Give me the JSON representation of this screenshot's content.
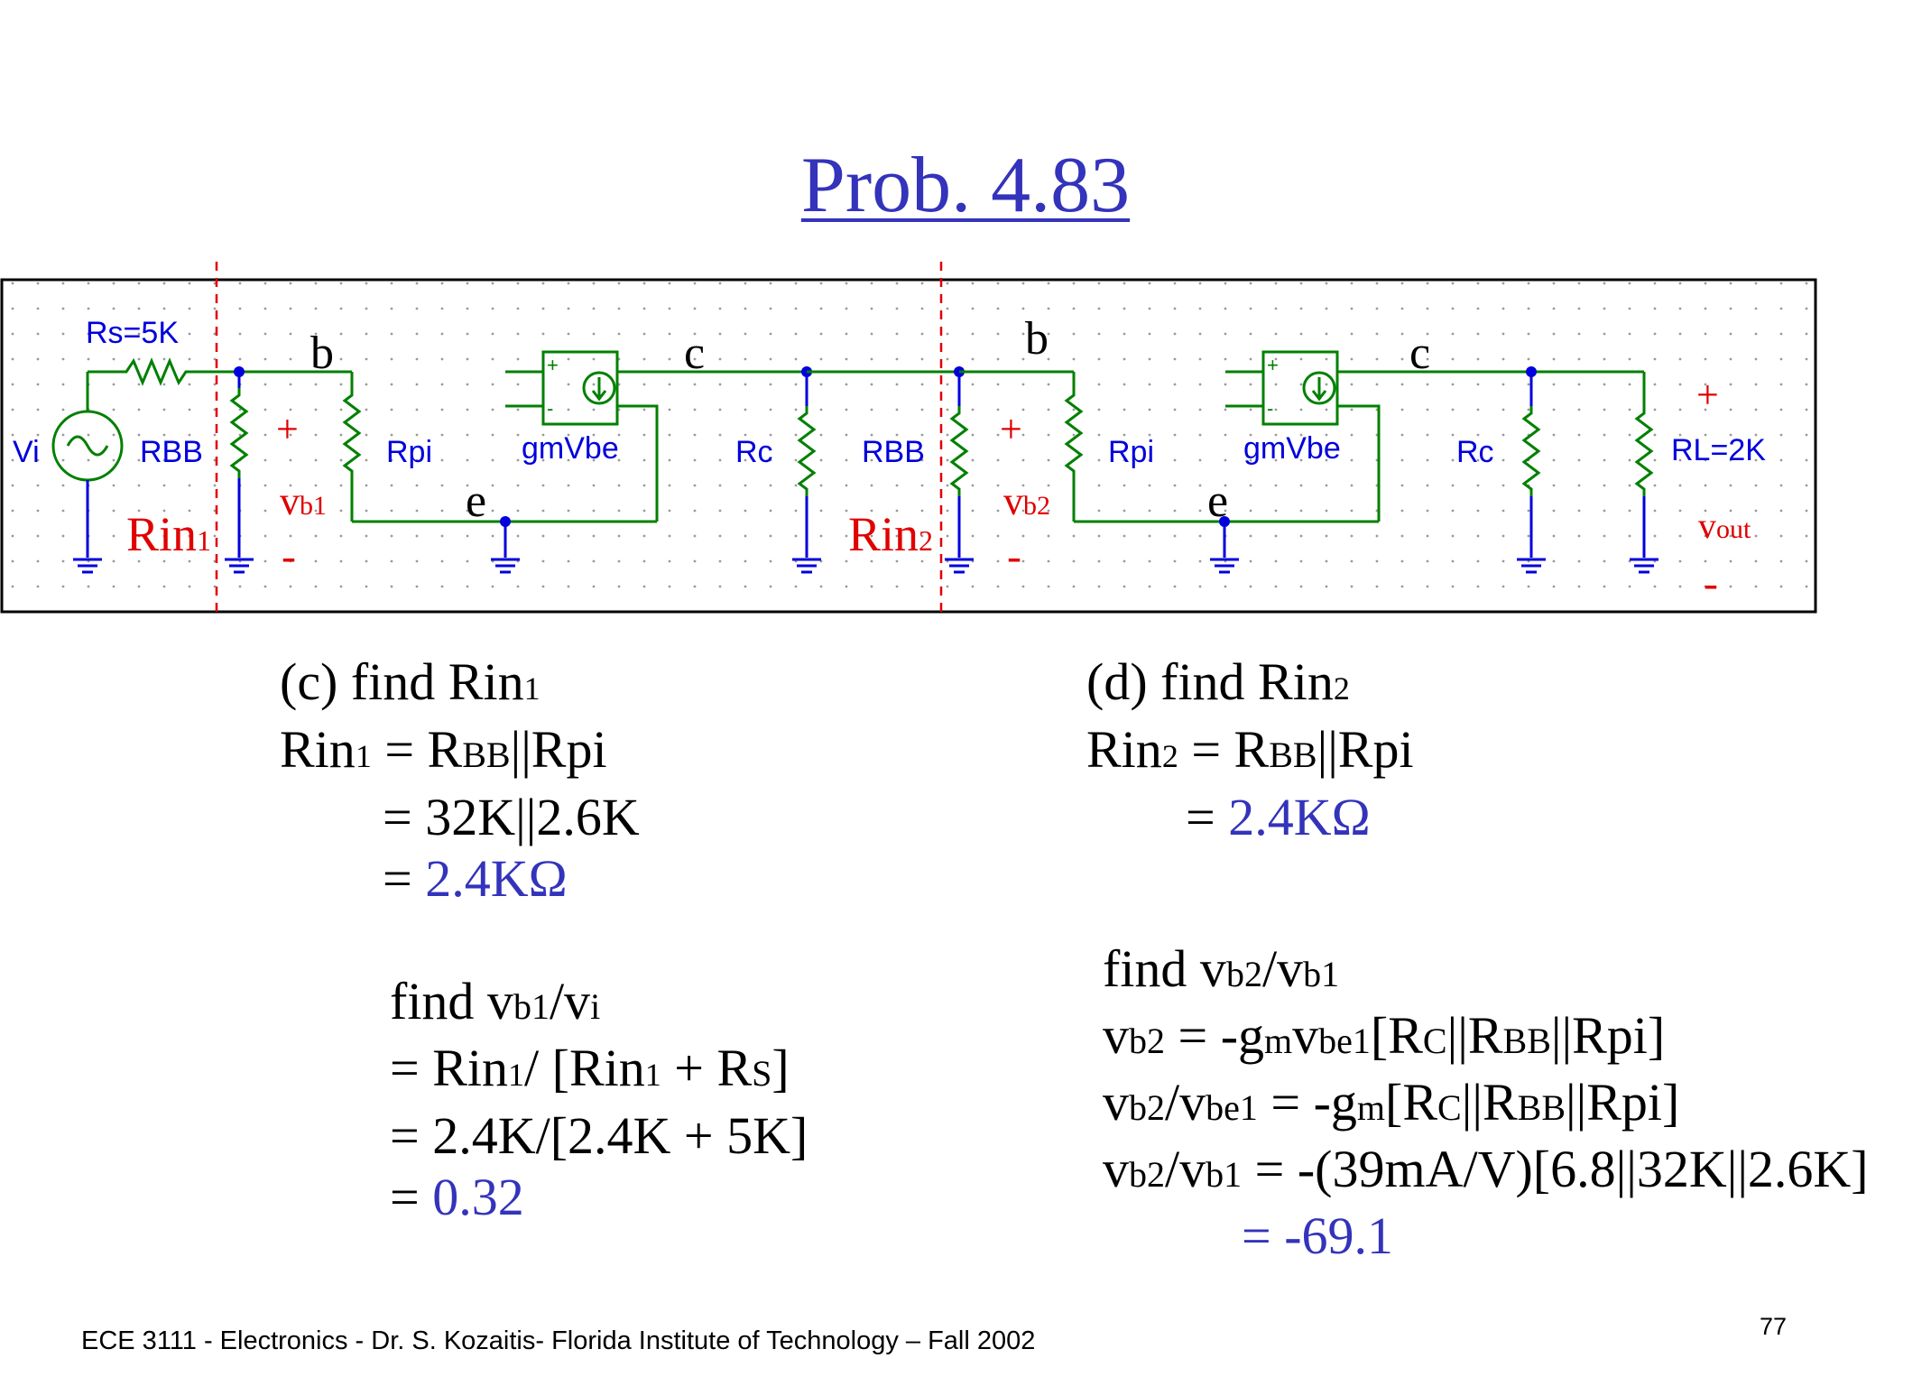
{
  "title": "Prob. 4.83",
  "circuit": {
    "rs": "Rs=5K",
    "vi": "Vi",
    "rbb": "RBB",
    "rpi": "Rpi",
    "gm": "gmVbe",
    "rc": "Rc",
    "rl": "RL=2K",
    "node_b": "b",
    "node_c": "c",
    "node_e": "e",
    "rin1": "Rin",
    "rin1_sub": "1",
    "rin2": "Rin",
    "rin2_sub": "2",
    "vb1": "v",
    "vb1_sub": "b1",
    "vb2": "v",
    "vb2_sub": "b2",
    "vout": "v",
    "vout_sub": "out",
    "plus": "+",
    "minus": "-"
  },
  "part_c": {
    "l1a": "(c) find Rin",
    "l1s": "1",
    "l2a": "Rin",
    "l2s": "1",
    "l2b": " = R",
    "l2s2": "BB",
    "l2c": "||Rpi",
    "l3": "= 32K||2.6K",
    "l4a": "= ",
    "l4b": "2.4KΩ"
  },
  "part_d": {
    "l1a": "(d) find Rin",
    "l1s": "2",
    "l2a": "Rin",
    "l2s": "2",
    "l2b": " = R",
    "l2s2": "BB",
    "l2c": "||Rpi",
    "l3a": "= ",
    "l3b": "2.4KΩ"
  },
  "gain1": {
    "l1a": "find v",
    "l1s": "b1",
    "l1b": "/v",
    "l1s2": "i",
    "l2a": "= Rin",
    "l2s": "1",
    "l2b": "/ [Rin",
    "l2s2": "1",
    "l2c": " + R",
    "l2s3": "S",
    "l2d": "]",
    "l3": "= 2.4K/[2.4K + 5K]",
    "l4a": "= ",
    "l4b": "0.32"
  },
  "gain2": {
    "l1a": "find v",
    "l1s": "b2",
    "l1b": "/v",
    "l1s2": "b1",
    "l2a": "v",
    "l2s": "b2",
    "l2b": " = -g",
    "l2s2": "m",
    "l2c": "v",
    "l2s3": "be1",
    "l2d": "[R",
    "l2s4": "C",
    "l2e": "||R",
    "l2s5": "BB",
    "l2f": "||Rpi]",
    "l3a": "v",
    "l3s": "b2",
    "l3b": "/v",
    "l3s2": "be1",
    "l3c": " = -g",
    "l3s3": "m",
    "l3d": "[R",
    "l3s4": "C",
    "l3e": "||R",
    "l3s5": "BB",
    "l3f": "||Rpi]",
    "l4a": "v",
    "l4s": "b2",
    "l4b": "/v",
    "l4s2": "b1",
    "l4c": " = -(39mA/V)[6.8||32K||2.6K]",
    "l5": "= -69.1"
  },
  "footer": "ECE 3111 - Electronics - Dr. S. Kozaitis- Florida Institute of Technology – Fall 2002",
  "page_number": "77",
  "colors": {
    "title": "#3333bb",
    "wire": "#008000",
    "component": "#0000dd",
    "annotation": "#e00000"
  }
}
